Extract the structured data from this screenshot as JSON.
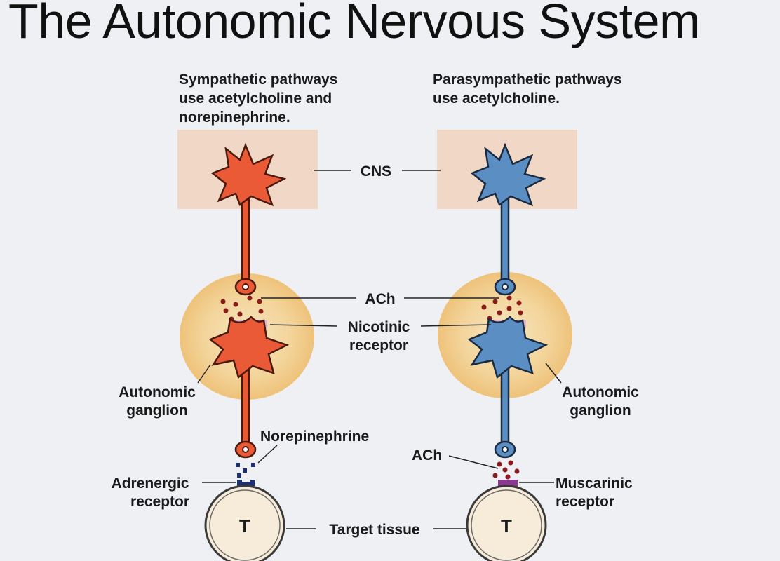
{
  "title": "The Autonomic Nervous System",
  "sympathetic": {
    "caption": [
      "Sympathetic pathways",
      "use acetylcholine and",
      "norepinephrine."
    ],
    "ganglion_label": [
      "Autonomic",
      "ganglion"
    ],
    "neurotransmitter_label": "Norepinephrine",
    "receptor_label": [
      "Adrenergic",
      "receptor"
    ],
    "target_letter": "T"
  },
  "parasympathetic": {
    "caption": [
      "Parasympathetic pathways",
      "use acetylcholine."
    ],
    "ganglion_label": [
      "Autonomic",
      "ganglion"
    ],
    "neurotransmitter_label": "ACh",
    "receptor_label": [
      "Muscarinic",
      "receptor"
    ],
    "target_letter": "T"
  },
  "shared_labels": {
    "cns": "CNS",
    "ach": "ACh",
    "nicotinic_receptor": [
      "Nicotinic",
      "receptor"
    ],
    "target_tissue": "Target tissue"
  },
  "colors": {
    "sympathetic_neuron": "#ea5a36",
    "parasympathetic_neuron": "#5b8fc4",
    "cns_box": "#f1d8c6",
    "ganglion": "#f2d08e",
    "vesicle": "#8b1a1a",
    "nicotinic_receptor": "#e6b3d2",
    "adrenergic_receptor": "#1d2f6e",
    "muscarinic_receptor": "#8a3a8e",
    "target_cell": "#f7ecd9"
  }
}
